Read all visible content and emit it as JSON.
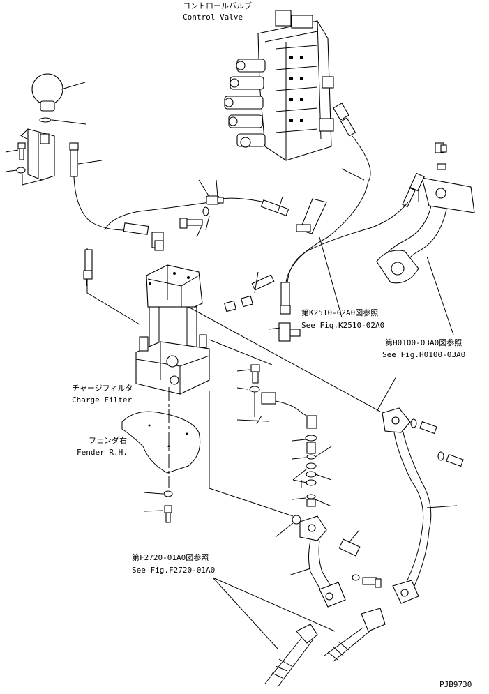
{
  "labels": {
    "control_valve_jp": "コントロールバルブ",
    "control_valve_en": "Control Valve",
    "k2510_jp": "第K2510-02A0図参照",
    "k2510_en": "See Fig.K2510-02A0",
    "h0100_jp": "第H0100-03A0図参照",
    "h0100_en": "See Fig.H0100-03A0",
    "charge_filter_jp": "チャージフィルタ",
    "charge_filter_en": "Charge Filter",
    "fender_jp": "フェンダ右",
    "fender_en": "Fender R.H.",
    "f2720_jp": "第F2720-01A0図参照",
    "f2720_en": "See Fig.F2720-01A0",
    "drawing_code": "PJB9730"
  }
}
